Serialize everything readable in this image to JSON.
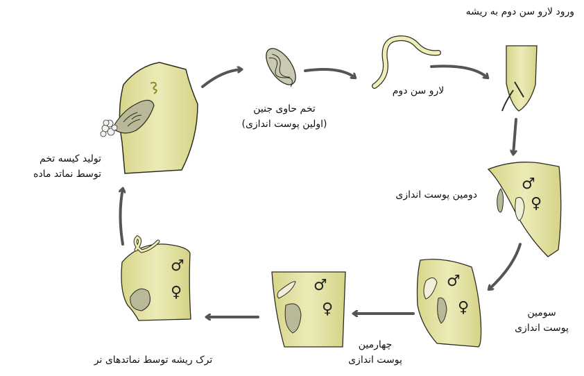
{
  "labels": {
    "entry": "ورود لارو سن دوم به ریشه",
    "larva2": "لارو سن دوم",
    "egg_line1": "تخم حاوی جنین",
    "egg_line2": "(اولین پوست اندازی)",
    "molt2": "دومین پوست اندازی",
    "molt3_line1": "سومین",
    "molt3_line2": "پوست اندازی",
    "molt4_line1": "چهارمین",
    "molt4_line2": "پوست اندازی",
    "males_leave": "ترک ریشه توسط نماتدهای نر",
    "sac_line1": "تولید کیسه تخم",
    "sac_line2": "توسط نماتد ماده"
  },
  "symbols": {
    "male": "♂",
    "female": "♀"
  },
  "colors": {
    "root_fill": "#e3e0a0",
    "root_stroke": "#2b2b1f",
    "arrow": "#555555"
  }
}
